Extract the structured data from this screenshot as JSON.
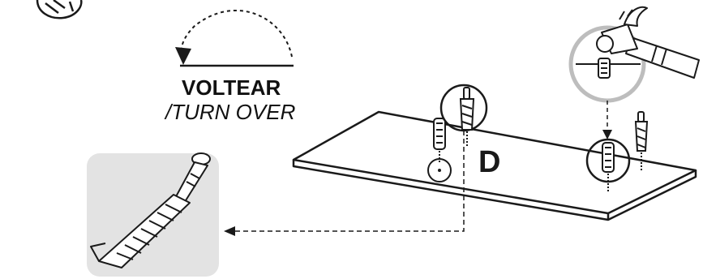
{
  "instruction": {
    "turn_label": "VOLTEAR",
    "turn_label_en": "/TURN OVER"
  },
  "board": {
    "part_letter": "D"
  },
  "colors": {
    "ink": "#1a1a1a",
    "callout_fill": "#e3e3e3",
    "circle_gray": "#bdbdbd",
    "board_fill": "#ffffff"
  },
  "icons": [
    "rotate-arrow-icon",
    "hammer-icon",
    "cam-bolt-icon",
    "dowel-icon",
    "hardware-logo-icon"
  ]
}
